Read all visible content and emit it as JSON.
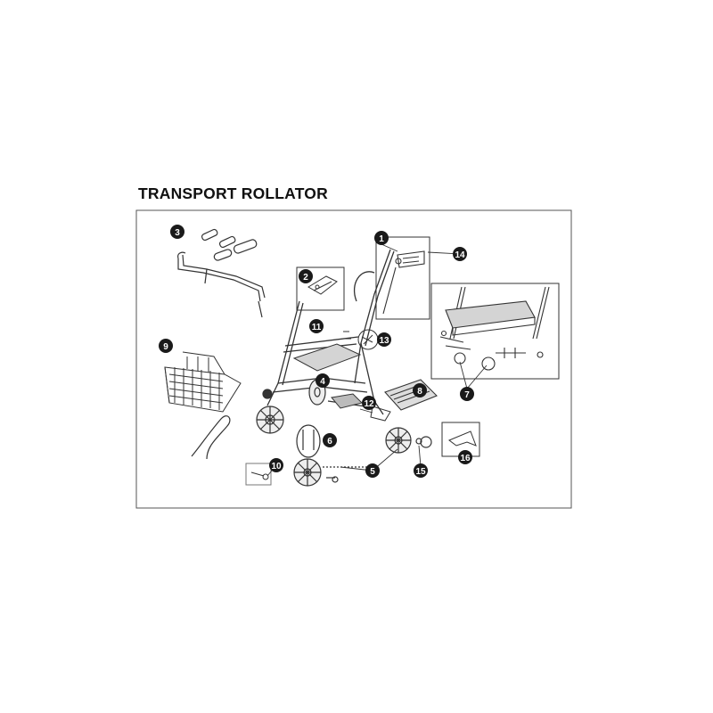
{
  "title": "TRANSPORT ROLLATOR",
  "colors": {
    "ink": "#1a1a1a",
    "frame_border": "#555555",
    "background": "#ffffff",
    "seat": "#d4d4d4"
  },
  "callouts": [
    "1",
    "2",
    "3",
    "4",
    "5",
    "6",
    "7",
    "8",
    "9",
    "10",
    "11",
    "12",
    "13",
    "14",
    "15",
    "16"
  ]
}
